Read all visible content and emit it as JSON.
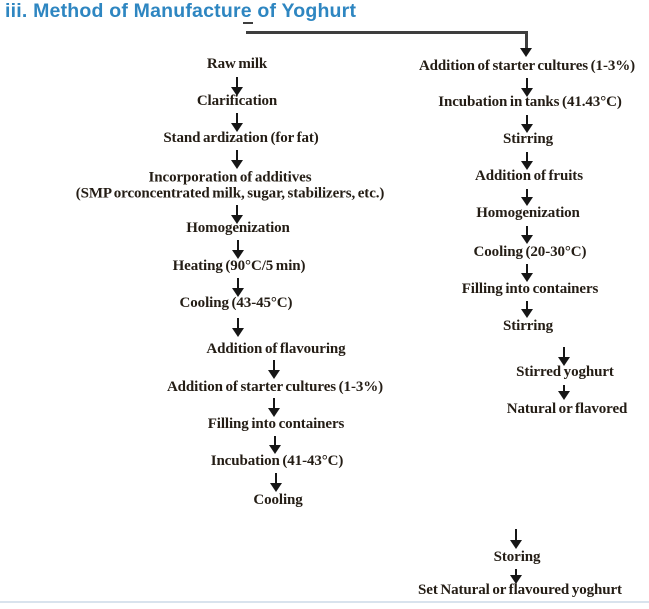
{
  "title": "iii. Method of Manufacture of Yoghurt",
  "colors": {
    "title": "#2e86c1",
    "text": "#241d15",
    "arrow": "#161616",
    "connector_line": "#3e3e3e",
    "bottom_divider": "#d9e3ed"
  },
  "flowchart": {
    "left_column": {
      "steps": [
        {
          "label": "Raw milk"
        },
        {
          "label": "Clarification"
        },
        {
          "label": "Stand ardization (for fat)"
        },
        {
          "label": "Incorporation of additives",
          "sub": "(SMP orconcentrated milk, sugar, stabilizers, etc.)"
        },
        {
          "label": "Homogenization"
        },
        {
          "label": "Heating (90°C/5 min)"
        },
        {
          "label": "Cooling (43-45°C)"
        },
        {
          "label": "Addition of flavouring"
        },
        {
          "label": "Addition of starter cultures (1-3%)"
        },
        {
          "label": "Filling into containers"
        },
        {
          "label": "Incubation (41-43°C)"
        },
        {
          "label": "Cooling"
        }
      ]
    },
    "right_column": {
      "steps": [
        {
          "label": "Addition of starter cultures (1-3%)"
        },
        {
          "label": "Incubation in tanks (41.43°C)"
        },
        {
          "label": "Stirring"
        },
        {
          "label": "Addition of fruits"
        },
        {
          "label": "Homogenization"
        },
        {
          "label": "Cooling (20-30°C)"
        },
        {
          "label": "Filling into containers"
        },
        {
          "label": "Stirring"
        },
        {
          "label": "Stirred yoghurt"
        },
        {
          "label": "Natural or flavored"
        },
        {
          "label": "Storing"
        },
        {
          "label": "Set Natural or flavoured yoghurt"
        }
      ]
    }
  }
}
